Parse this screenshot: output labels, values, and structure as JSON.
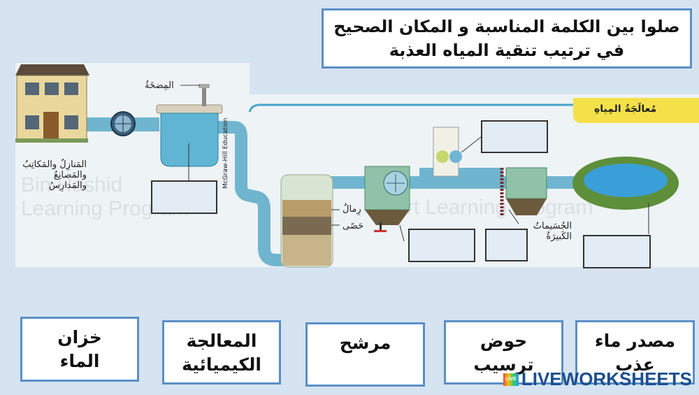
{
  "instruction": {
    "text": "صلوا بين الكلمة المناسبة و المكان الصحيح في ترتيب تنقية المياه العذبة"
  },
  "diagram": {
    "header_label": "مُعالَجَةُ المِياهِ",
    "homes_label": "المَنازِلُ والمَكاتِبُ\nوالمَصانِعُ والمَدارِسُ",
    "pump_label": "المِضخَةُ",
    "sand_label": "رِمالٌ",
    "gravel_label": "حَصًى",
    "large_particles_label": "الجُسَيماتُ\nالكَبيرَةُ",
    "publisher_credit": "McGraw-Hill Education",
    "watermark_en": "Bin Rashid\nLearning Program",
    "watermark_en2": "Smart Learning Program"
  },
  "word_cards": [
    {
      "text": "خزان\nالماء"
    },
    {
      "text": "المعالجة\nالكيميائية"
    },
    {
      "text": "مرشح"
    },
    {
      "text": "حوض\nترسيب"
    },
    {
      "text": "مصدر ماء\nعذب"
    }
  ],
  "branding": {
    "logo_text": "LIVEWORKSHEETS",
    "logo_badge": "LIVE"
  },
  "colors": {
    "accent_border": "#5b8fc7",
    "pipe": "#6fb5cf",
    "header_yellow": "#f4e14a"
  }
}
